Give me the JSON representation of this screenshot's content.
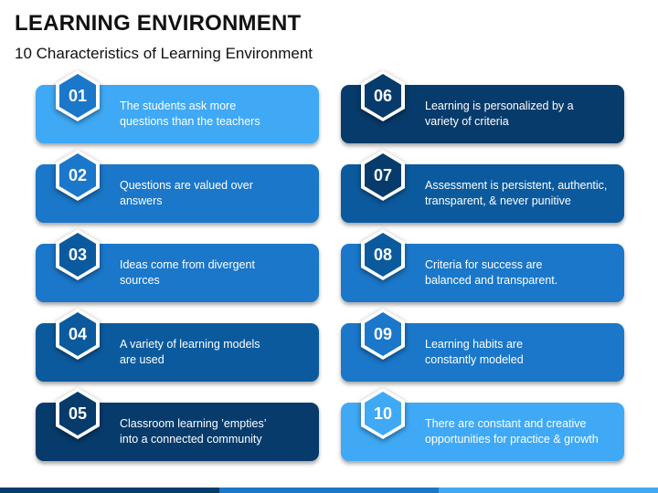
{
  "header": {
    "title": "LEARNING ENVIRONMENT",
    "subtitle": "10 Characteristics of Learning Environment"
  },
  "colors": {
    "light": "#3fa9f5",
    "medium": "#1a77c9",
    "darkmid": "#0b5a9e",
    "dark": "#073b6b"
  },
  "items": [
    {
      "number": "01",
      "line1": "The students ask more",
      "line2": "questions than the teachers"
    },
    {
      "number": "02",
      "line1": "Questions are valued over",
      "line2": "answers"
    },
    {
      "number": "03",
      "line1": "Ideas come from divergent",
      "line2": "sources"
    },
    {
      "number": "04",
      "line1": "A variety of learning models",
      "line2": "are used"
    },
    {
      "number": "05",
      "line1": "Classroom learning ’empties’",
      "line2": "into a connected community"
    },
    {
      "number": "06",
      "line1": "Learning is personalized by a",
      "line2": "variety of criteria"
    },
    {
      "number": "07",
      "line1": "Assessment is persistent, authentic,",
      "line2": "transparent, & never punitive"
    },
    {
      "number": "08",
      "line1": "Criteria for success are",
      "line2": "balanced and transparent."
    },
    {
      "number": "09",
      "line1": "Learning habits are",
      "line2": "constantly modeled"
    },
    {
      "number": "10",
      "line1": "There are constant and creative",
      "line2": "opportunities for practice & growth"
    }
  ]
}
